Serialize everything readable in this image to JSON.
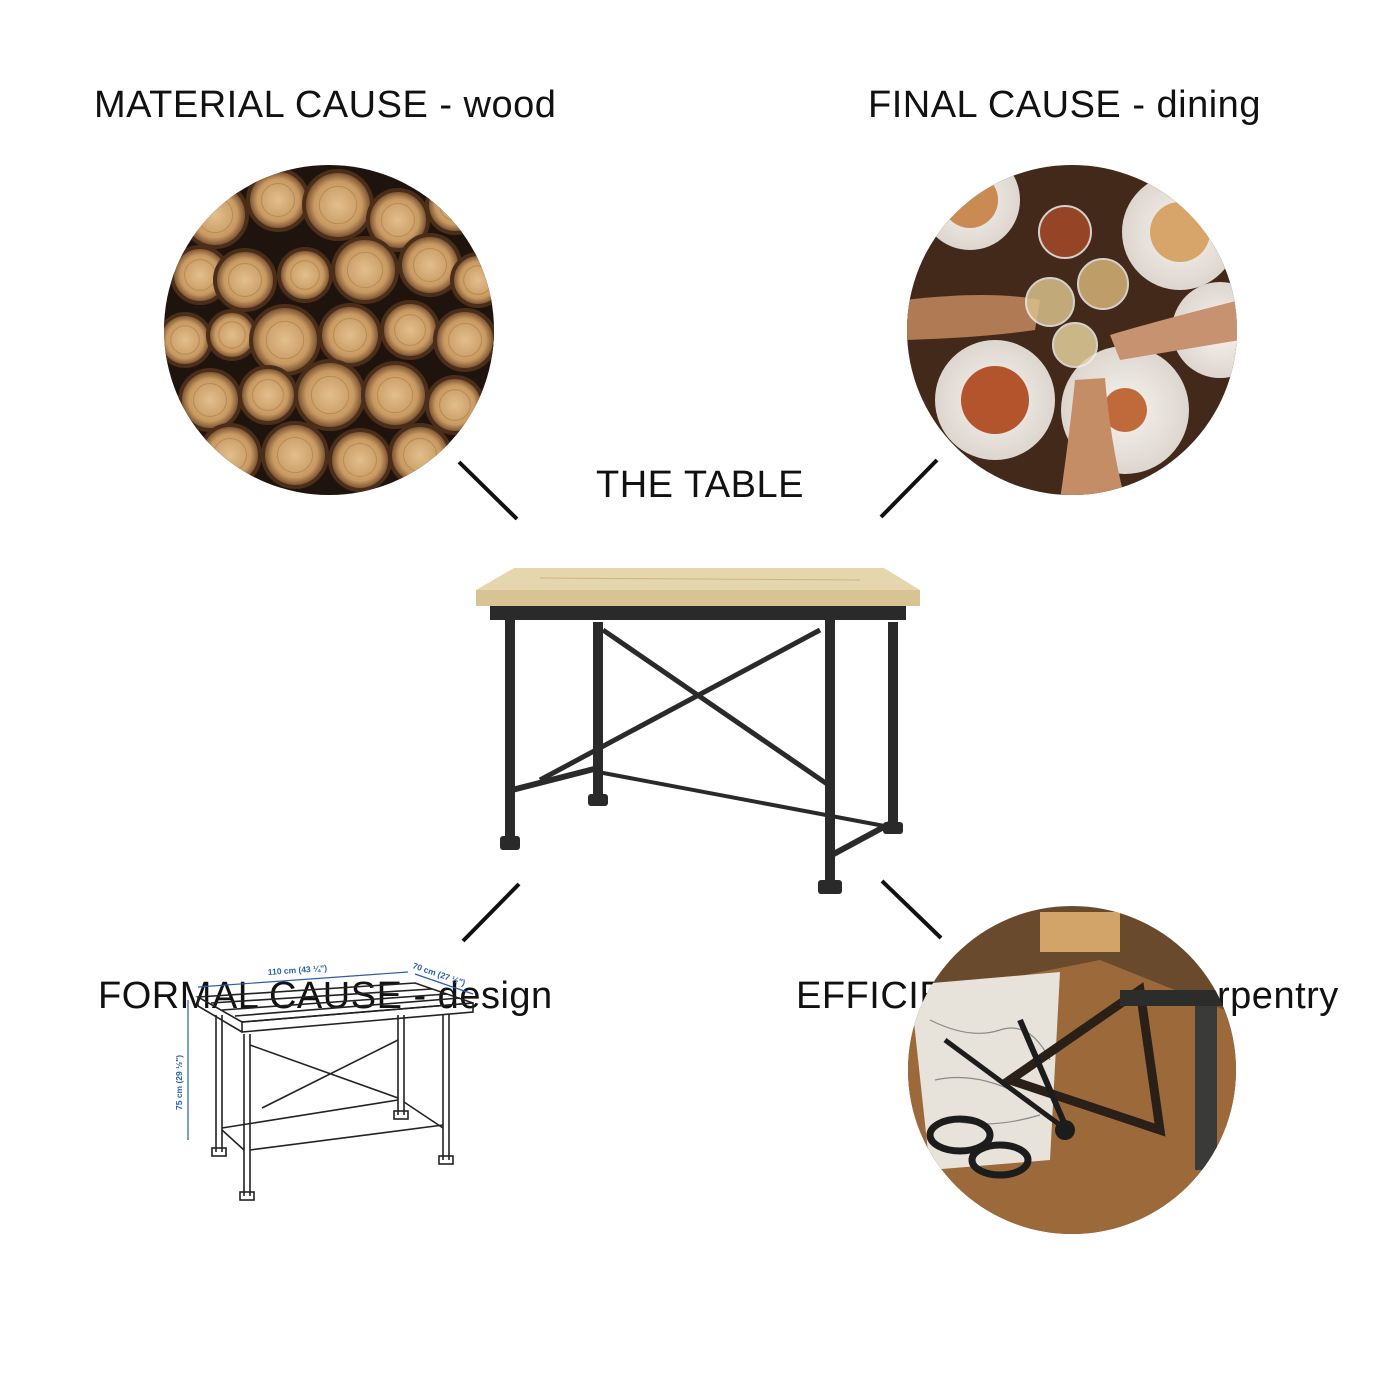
{
  "title": "THE TABLE",
  "causes": {
    "material": {
      "label": "MATERIAL CAUSE - wood",
      "image": "stacked-logs"
    },
    "final": {
      "label": "FINAL CAUSE - dining",
      "image": "dinner-toast"
    },
    "formal": {
      "label": "FORMAL CAUSE - design",
      "dimensions": {
        "width": "110 cm (43 ¼\")",
        "depth": "70 cm (27 ½\")",
        "height": "75 cm (29 ½\")"
      }
    },
    "efficient": {
      "label": "EFFICIENT CAUSE - carpentry",
      "image": "drafting-tools"
    }
  },
  "colors": {
    "text": "#111111",
    "connector": "#111111",
    "wood": "#c89a62",
    "tabletop": "#e3d3aa",
    "frame": "#2a2a2a",
    "dimension": "#2a5fa8"
  }
}
